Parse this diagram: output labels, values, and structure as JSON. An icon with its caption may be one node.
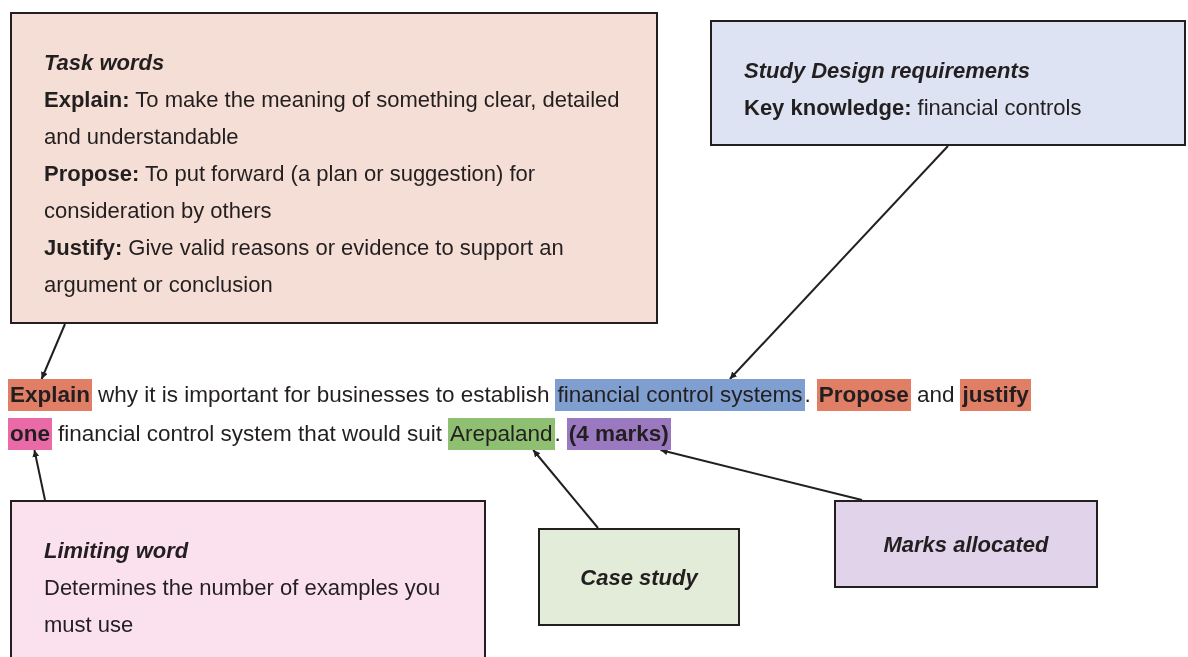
{
  "diagram": {
    "nodes": [
      {
        "text": [
          "Task words",
          "**Explain:** To make the meaning of something clear, detailed and understandable",
          "**Propose:** To put forward (a plan or suggestion) for consideration by others",
          "**Justify:** Give valid reasons or evidence to support an argument or conclusion"
        ]
      },
      {
        "text": [
          "Study Design requirements",
          "**Key knowledge:** financial controls"
        ]
      },
      {
        "text": [
          "Explain"
        ]
      },
      {
        "text": [
          "financial control systems"
        ]
      },
      {
        "text": [
          "Propose"
        ]
      },
      {
        "text": [
          "justify"
        ]
      },
      {
        "text": [
          "one"
        ]
      },
      {
        "text": [
          "Arepaland"
        ]
      },
      {
        "text": [
          "(4 marks)"
        ]
      },
      {
        "text": [
          "Limiting word",
          "Determines the number of examples you must use"
        ]
      },
      {
        "text": [
          "Case study"
        ]
      },
      {
        "text": [
          "Marks allocated"
        ]
      }
    ],
    "edges": [
      {
        "from": 0,
        "to": 2,
        "arrow": "to"
      },
      {
        "from": 1,
        "to": 3,
        "arrow": "to"
      },
      {
        "from": 9,
        "to": 6,
        "arrow": "to"
      },
      {
        "from": 10,
        "to": 7,
        "arrow": "to"
      },
      {
        "from": 11,
        "to": 8,
        "arrow": "to"
      }
    ],
    "labels": [
      "why it is important for businesses to establish",
      ".",
      "and",
      "financial control system that would suit",
      "."
    ]
  }
}
